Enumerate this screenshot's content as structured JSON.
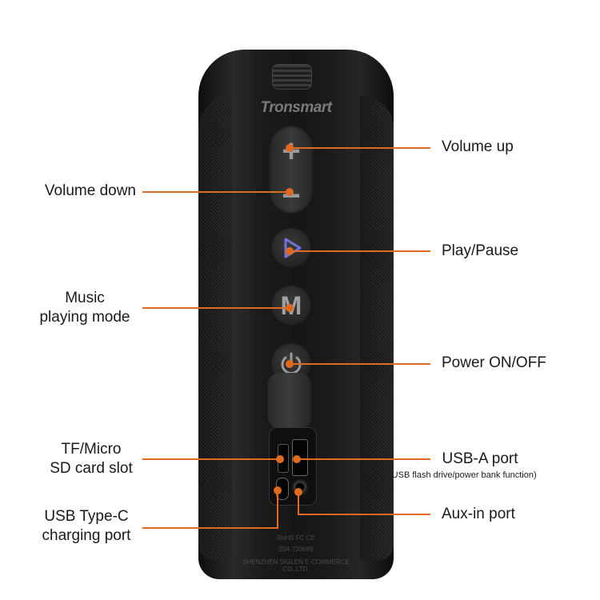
{
  "product": {
    "brand": "Tronsmart",
    "cert_line_1": "RoHS FC CE",
    "cert_line_2": "204-720689",
    "cert_line_3": "SHENZHEN SIGLEN E-COMMERCE CO.,LTD."
  },
  "buttons": {
    "volume_plus_symbol": "+",
    "volume_minus_symbol": "−",
    "play_symbol": "▷",
    "mode_symbol": "M",
    "power_symbol": "⏻"
  },
  "callouts": {
    "volume_up": "Volume up",
    "volume_down": "Volume down",
    "play_pause": "Play/Pause",
    "music_mode_line1": "Music",
    "music_mode_line2": "playing mode",
    "power": "Power ON/OFF",
    "tf_slot_line1": "TF/Micro",
    "tf_slot_line2": "SD card slot",
    "usb_a": "USB-A port",
    "usb_a_note": "(USB flash drive/power bank function)",
    "usb_c_line1": "USB Type-C",
    "usb_c_line2": "charging port",
    "aux": "Aux-in port"
  },
  "colors": {
    "accent": "#e06a1f",
    "speaker_body": "#1b1b1b",
    "play_icon": "#6f74d8"
  }
}
